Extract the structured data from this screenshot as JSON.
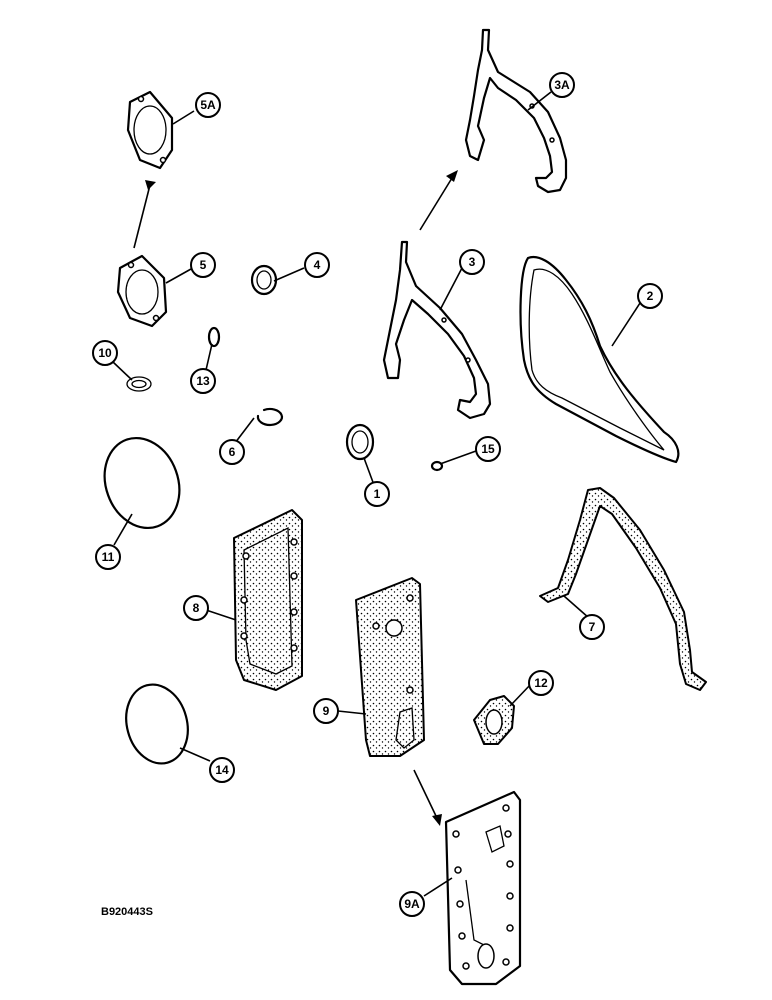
{
  "diagram": {
    "reference_code": "B920443S",
    "callouts": [
      {
        "id": "c-5a",
        "label": "5A"
      },
      {
        "id": "c-3a",
        "label": "3A"
      },
      {
        "id": "c-5",
        "label": "5"
      },
      {
        "id": "c-4",
        "label": "4"
      },
      {
        "id": "c-3",
        "label": "3"
      },
      {
        "id": "c-2",
        "label": "2"
      },
      {
        "id": "c-10",
        "label": "10"
      },
      {
        "id": "c-13",
        "label": "13"
      },
      {
        "id": "c-6",
        "label": "6"
      },
      {
        "id": "c-1",
        "label": "1"
      },
      {
        "id": "c-15",
        "label": "15"
      },
      {
        "id": "c-11",
        "label": "11"
      },
      {
        "id": "c-8",
        "label": "8"
      },
      {
        "id": "c-7",
        "label": "7"
      },
      {
        "id": "c-9",
        "label": "9"
      },
      {
        "id": "c-12",
        "label": "12"
      },
      {
        "id": "c-14",
        "label": "14"
      },
      {
        "id": "c-9a",
        "label": "9A"
      }
    ]
  }
}
